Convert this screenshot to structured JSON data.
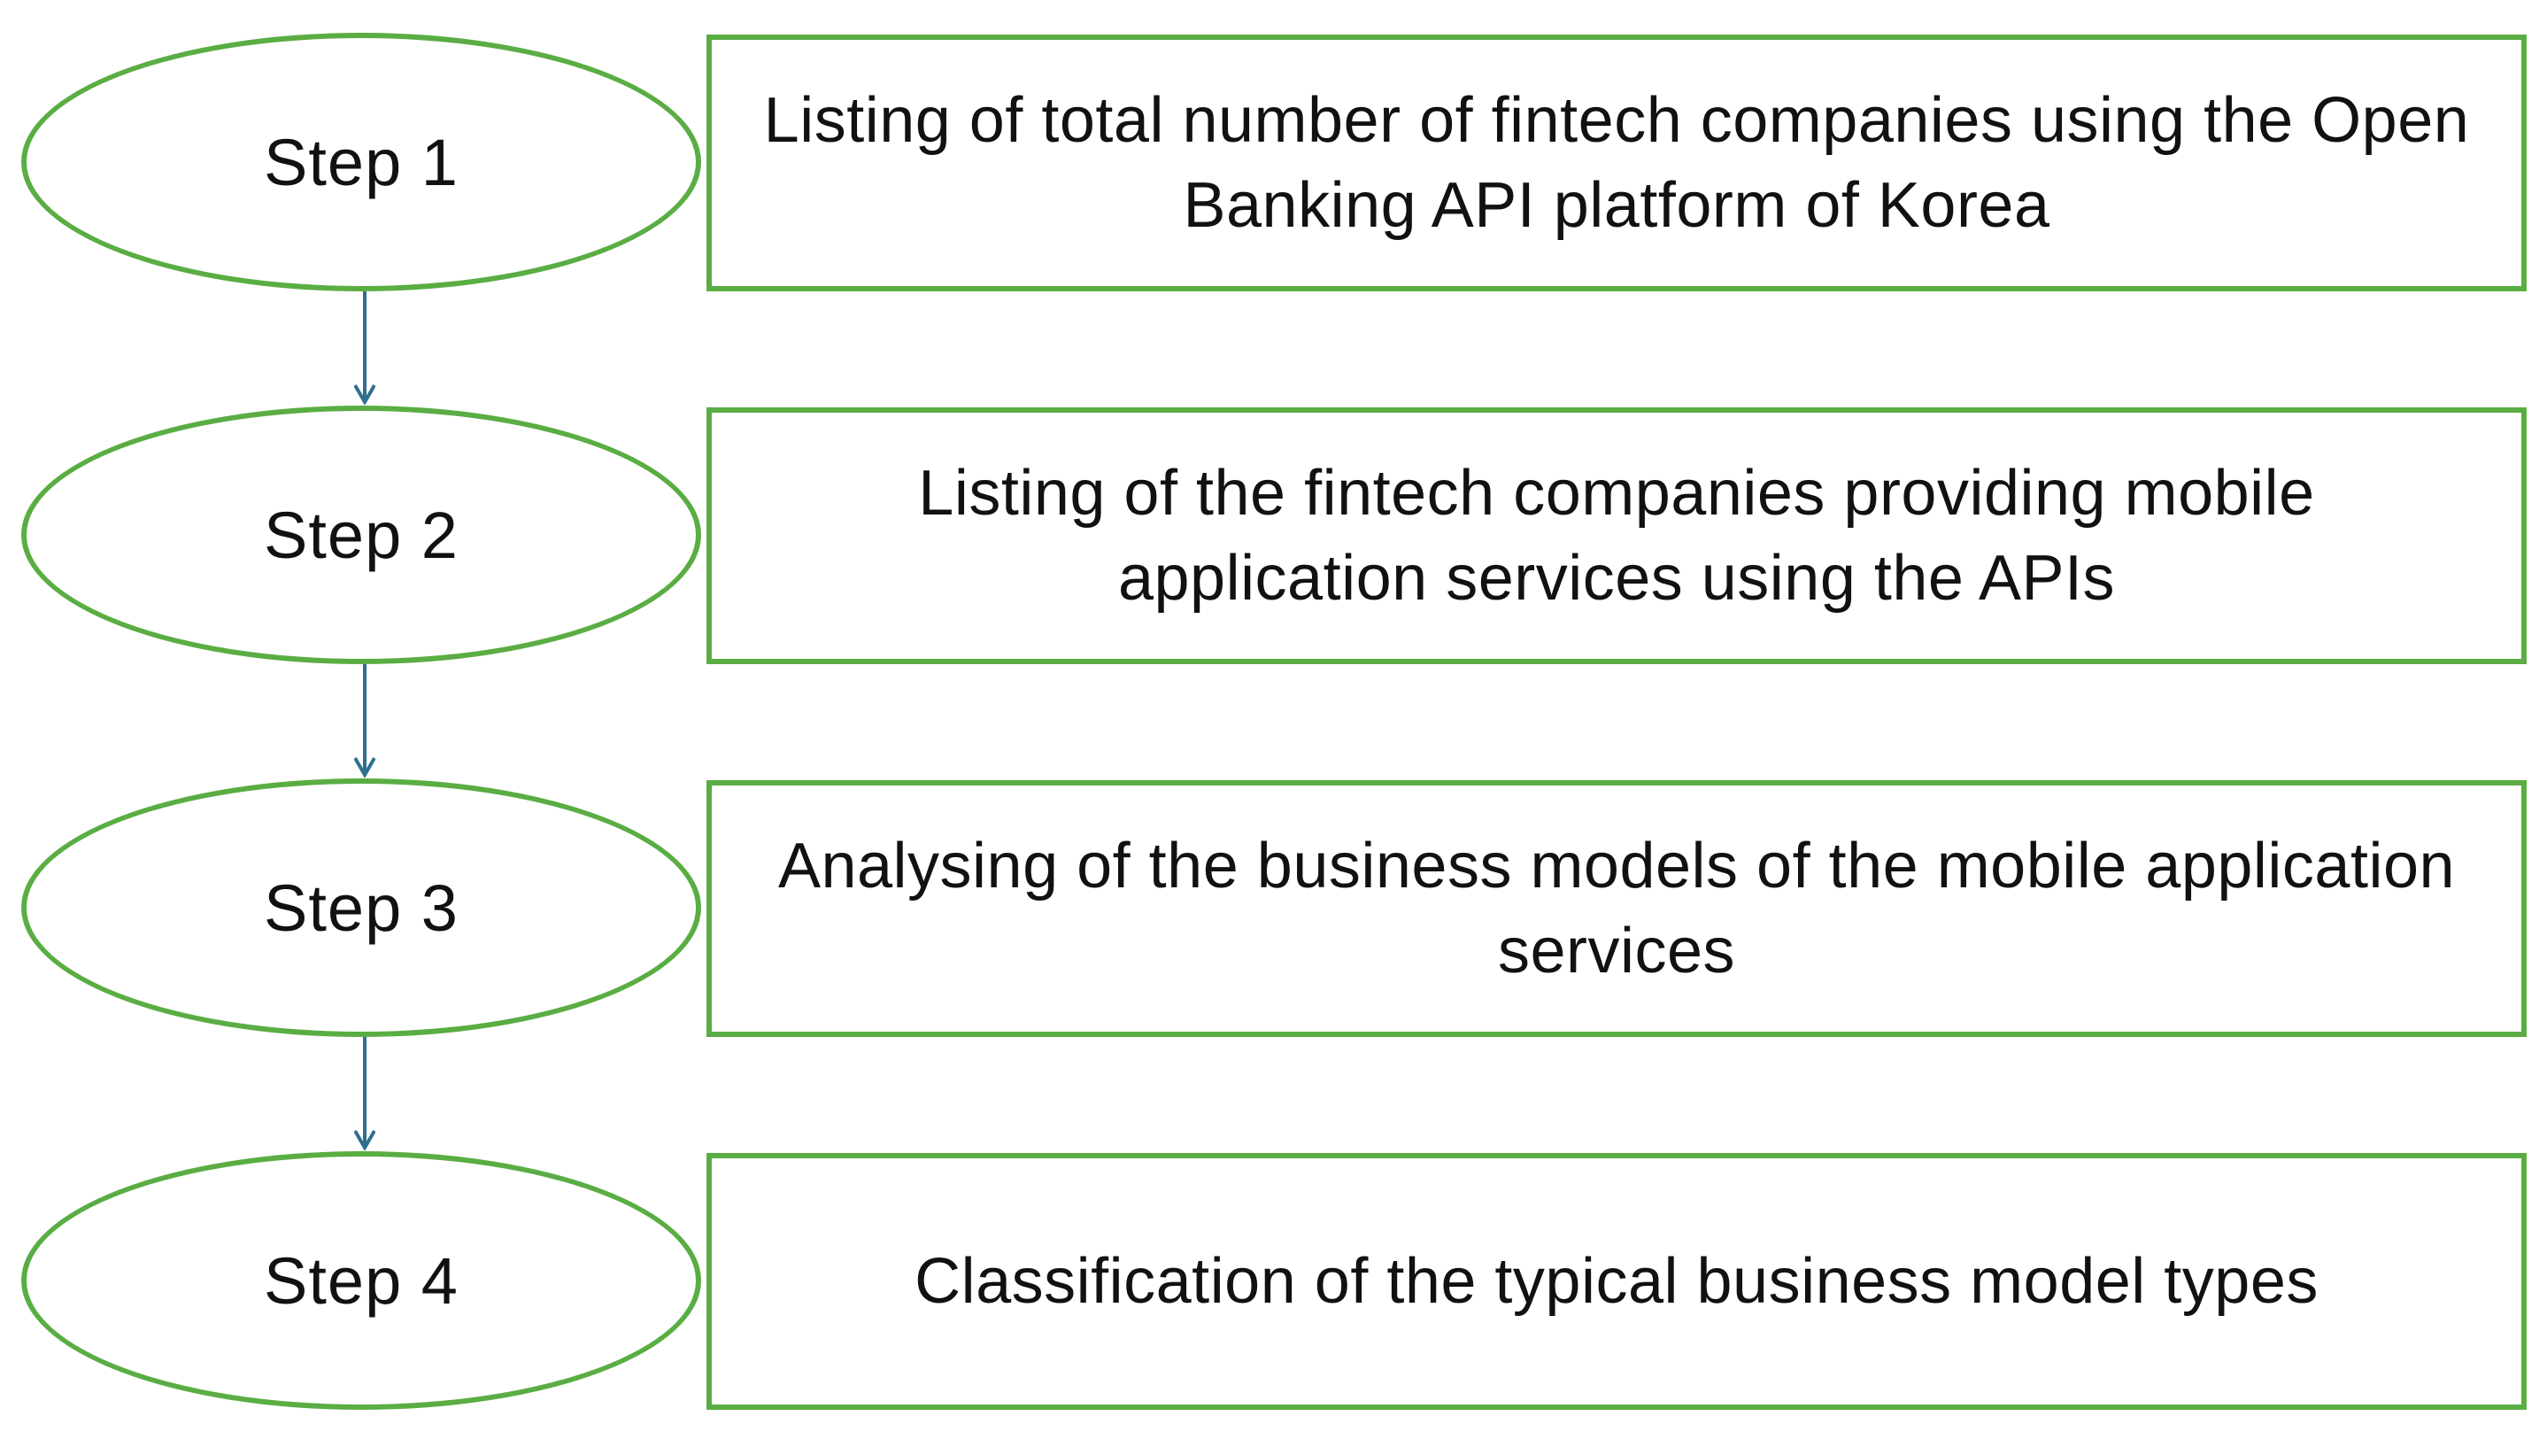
{
  "colors": {
    "outline": "#5aad43",
    "arrow": "#2f6f8f",
    "text": "#111111"
  },
  "steps": [
    {
      "label": "Step 1",
      "description": "Listing of total number of fintech companies using the Open Banking API platform of Korea"
    },
    {
      "label": "Step 2",
      "description": "Listing of the fintech companies providing mobile application services using the APIs"
    },
    {
      "label": "Step 3",
      "description": "Analysing of the business models of the mobile application services"
    },
    {
      "label": "Step 4",
      "description": "Classification of the typical business model types"
    }
  ]
}
